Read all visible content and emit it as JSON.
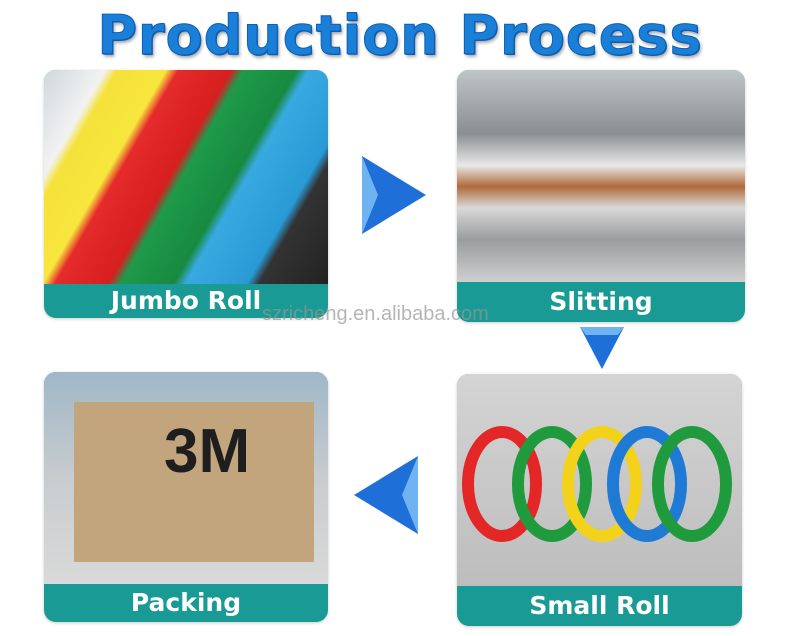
{
  "title": "Production Process",
  "steps": [
    {
      "label": "Jumbo Roll"
    },
    {
      "label": "Slitting"
    },
    {
      "label": "Small Roll"
    },
    {
      "label": "Packing"
    }
  ],
  "box_logo": "3M",
  "watermark": "szricheng.en.alibaba.com",
  "colors": {
    "title": "#1a7fd6",
    "caption_bg": "#1a9a94",
    "arrow": "#1f6fd8"
  }
}
